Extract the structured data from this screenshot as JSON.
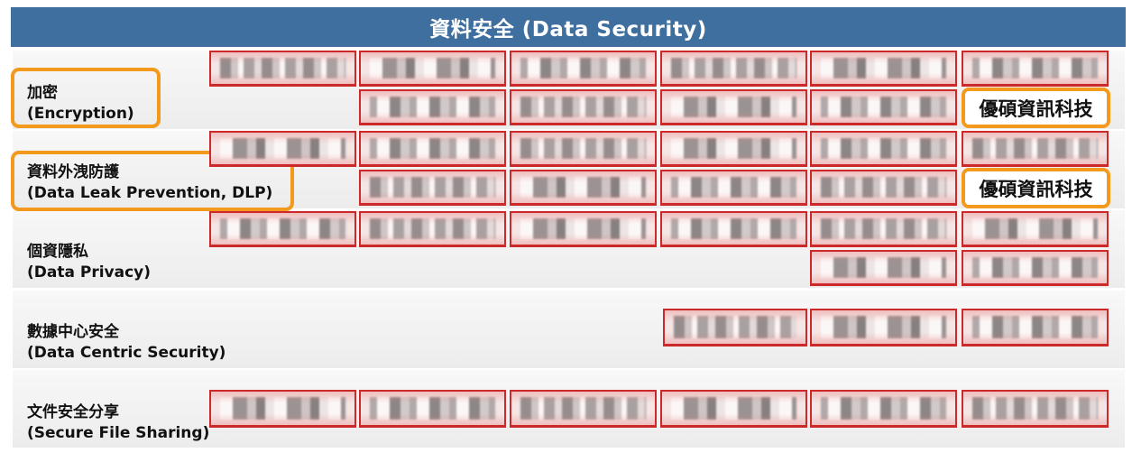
{
  "header": {
    "title": "資料安全 (Data Security)"
  },
  "categories": [
    {
      "zh": "加密",
      "en": "(Encryption)"
    },
    {
      "zh": "資料外洩防護",
      "en": "(Data Leak Prevention, DLP)"
    },
    {
      "zh": "個資隱私",
      "en": "(Data Privacy)"
    },
    {
      "zh": "數據中心安全",
      "en": "(Data Centric Security)"
    },
    {
      "zh": "文件安全分享",
      "en": "(Secure File Sharing)"
    }
  ],
  "brand": {
    "name": "優碩資訊科技"
  },
  "colors": {
    "header": "#3f6f9f",
    "highlight": "#f39a1e",
    "cell_border": "#cc2a2a"
  }
}
